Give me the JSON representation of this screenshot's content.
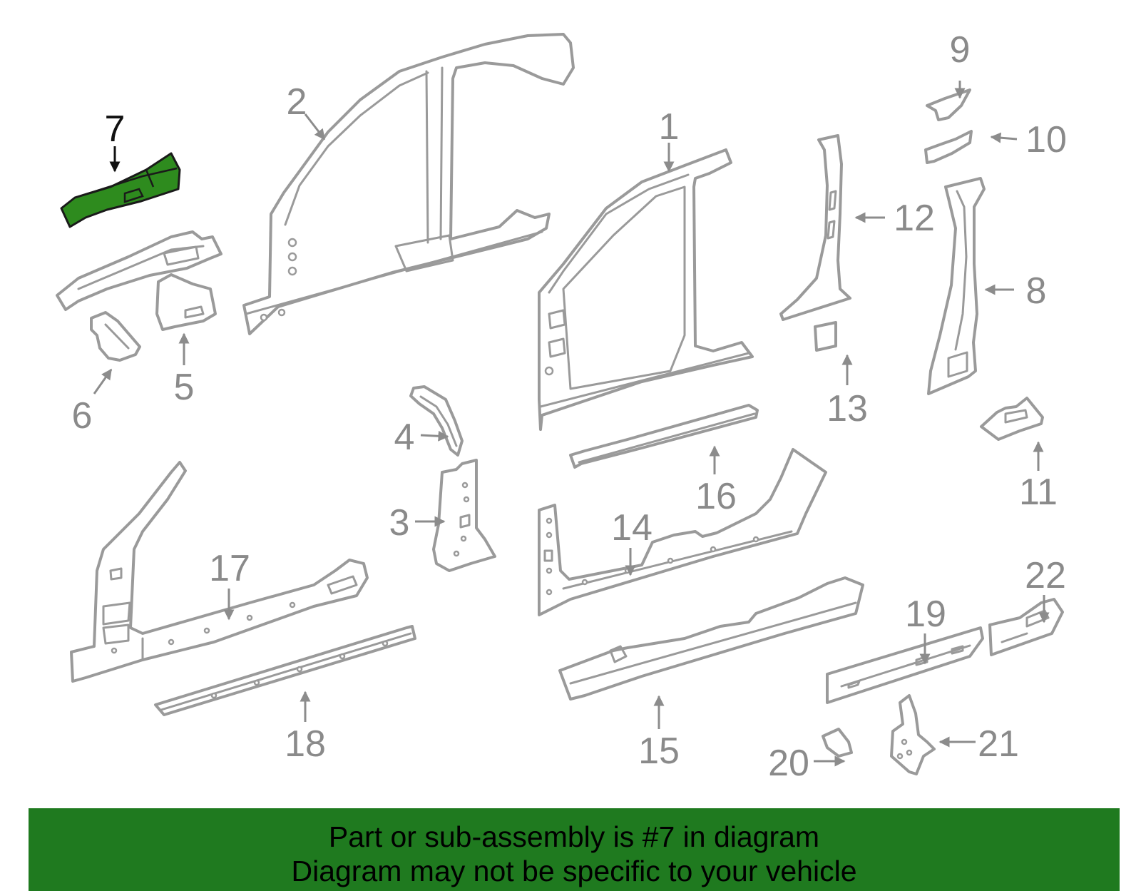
{
  "diagram": {
    "highlighted_part": "7",
    "highlight_color": "#2e8b1e",
    "callouts": [
      "1",
      "2",
      "3",
      "4",
      "5",
      "6",
      "7",
      "8",
      "9",
      "10",
      "11",
      "12",
      "13",
      "14",
      "15",
      "16",
      "17",
      "18",
      "19",
      "20",
      "21",
      "22"
    ]
  },
  "banner": {
    "background_color": "#1f7a1f",
    "line1": "Part or sub-assembly is #7 in diagram",
    "line2": "Diagram may not be specific to your vehicle"
  }
}
